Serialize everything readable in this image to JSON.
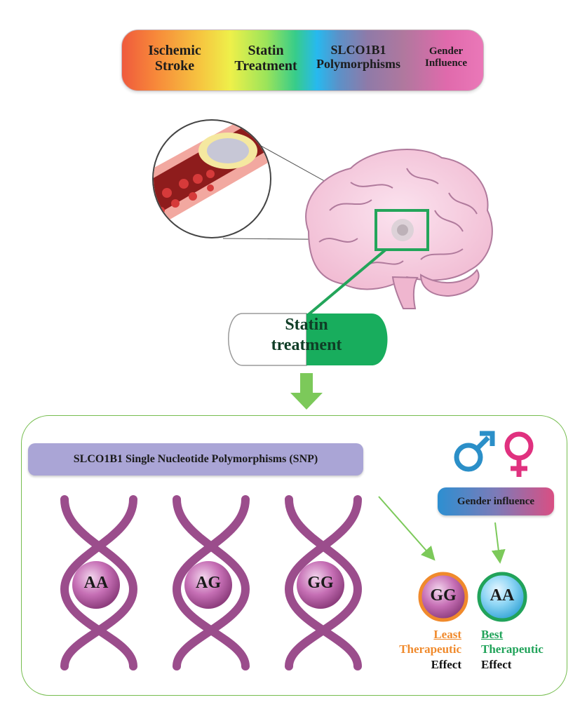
{
  "banner": {
    "item1": "Ischemic\nStroke",
    "item2": "Statin\nTreatment",
    "item3": "SLCO1B1\nPolymorphisms",
    "item4": "Gender\nInfluence"
  },
  "pill": {
    "label": "Statin\ntreatment"
  },
  "snp": {
    "title": "SLCO1B1 Single Nucleotide Polymorphisms (SNP)",
    "genotypes": [
      "AA",
      "AG",
      "GG"
    ]
  },
  "gender": {
    "label": "Gender influence"
  },
  "results": {
    "least": {
      "genotype": "GG",
      "line1": "Least",
      "line2": "Therapeutic",
      "line3": "Effect"
    },
    "best": {
      "genotype": "AA",
      "line1": "Best",
      "line2": "Therapeutic",
      "line3": "Effect"
    }
  },
  "colors": {
    "frame": "#76bd4f",
    "dna": "#9b4d8c",
    "least": "#f08a2c",
    "best": "#21a35a",
    "male": "#2b8fc8",
    "female": "#e0317f"
  }
}
